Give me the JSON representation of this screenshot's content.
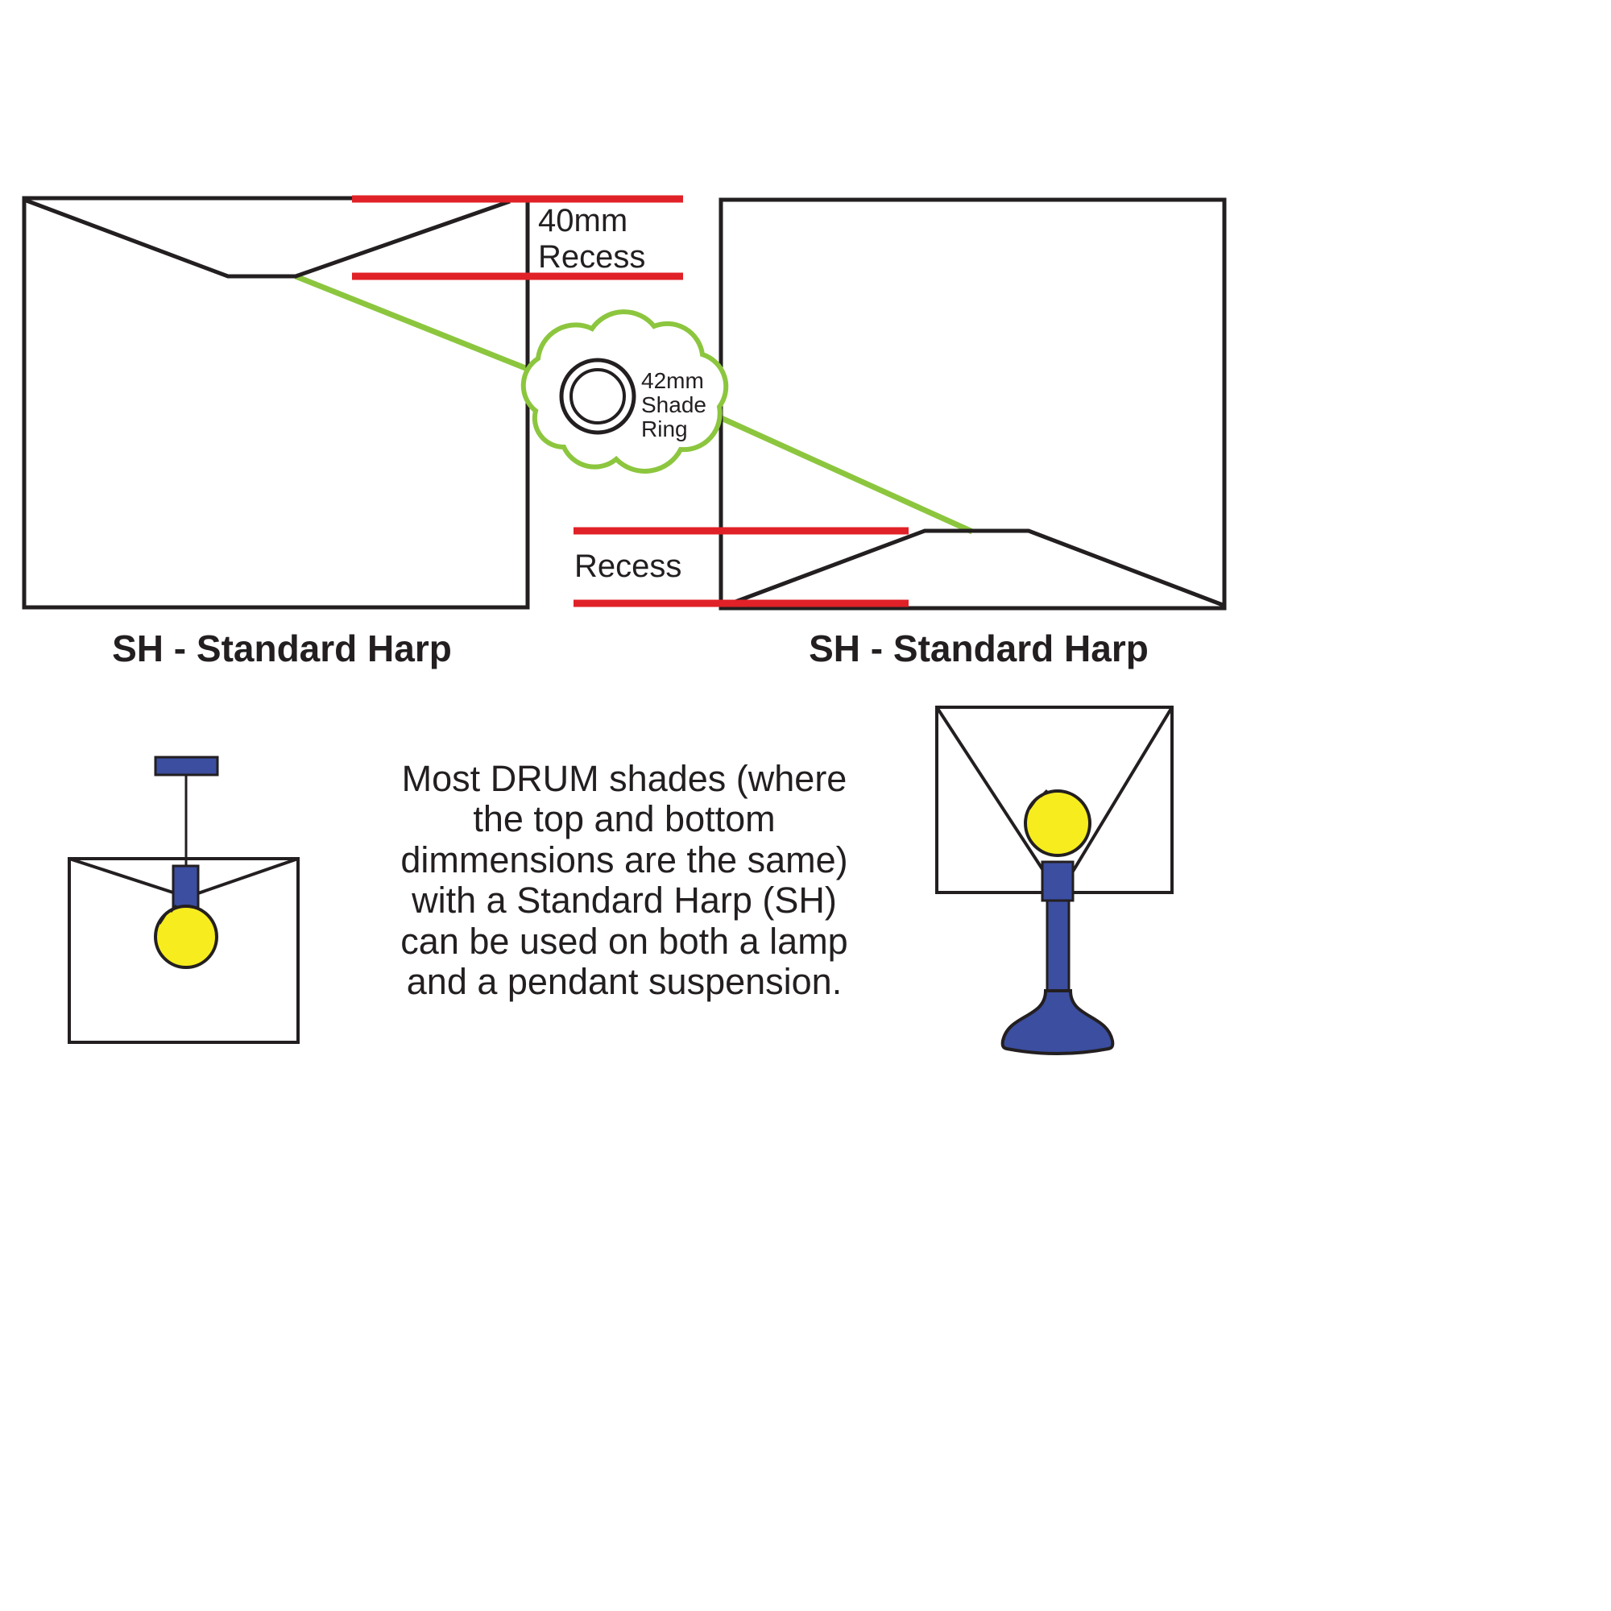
{
  "left_diagram": {
    "recess_label": "40mm\nRecess",
    "caption": "SH - Standard Harp"
  },
  "right_diagram": {
    "recess_label": "Recess",
    "caption": "SH - Standard Harp"
  },
  "shade_ring_callout": {
    "label": "42mm\nShade\nRing"
  },
  "note": {
    "text": "Most DRUM shades (where\nthe top and bottom\ndimmensions are the same)\nwith a Standard Harp (SH)\ncan be used on both a lamp\nand a pendant suspension."
  },
  "colors": {
    "line_black": "#231f20",
    "recess_red": "#e02127",
    "pointer_green": "#8cc63e",
    "lamp_blue": "#3b4ea0",
    "bulb_yellow": "#f7ec1e"
  }
}
